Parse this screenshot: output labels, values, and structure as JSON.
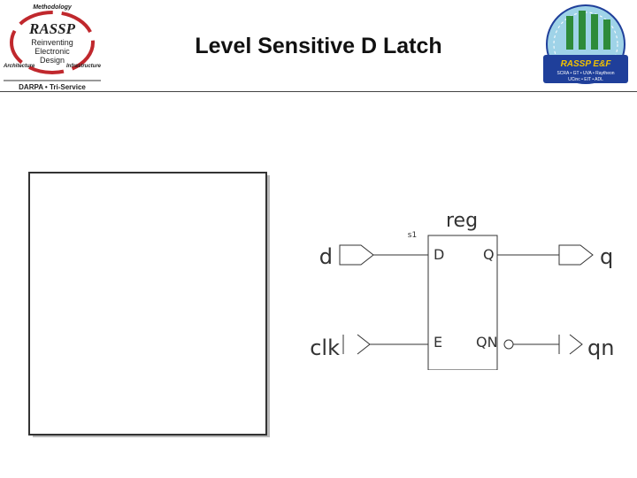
{
  "slide": {
    "title": "Level Sensitive D Latch"
  },
  "logo_left": {
    "top_text": "Methodology",
    "brand": "RASSP",
    "line1": "Reinventing",
    "line2": "Electronic",
    "line3": "Design",
    "left_text": "Architecture",
    "right_text": "Infrastructure",
    "bottom_text": "DARPA • Tri-Service"
  },
  "logo_right": {
    "banner": "RASSP E&F",
    "line1": "SCRA • GT • UVA • Raytheon",
    "line2": "UCinc • EIT • ADL"
  },
  "schematic": {
    "block_label": "reg",
    "instance_label": "s1",
    "port_d_label": "D",
    "port_q_label": "Q",
    "port_e_label": "E",
    "port_qn_label": "QN",
    "input_d": "d",
    "input_clk": "clk",
    "output_q": "q",
    "output_qn": "qn"
  },
  "colors": {
    "line": "#333333",
    "panel_shadow": "#b8b8b8",
    "logo_red": "#c0282d",
    "logo_green": "#2e8b3a",
    "logo_blue": "#1f3f9a",
    "logo_yellow": "#f2c200"
  }
}
